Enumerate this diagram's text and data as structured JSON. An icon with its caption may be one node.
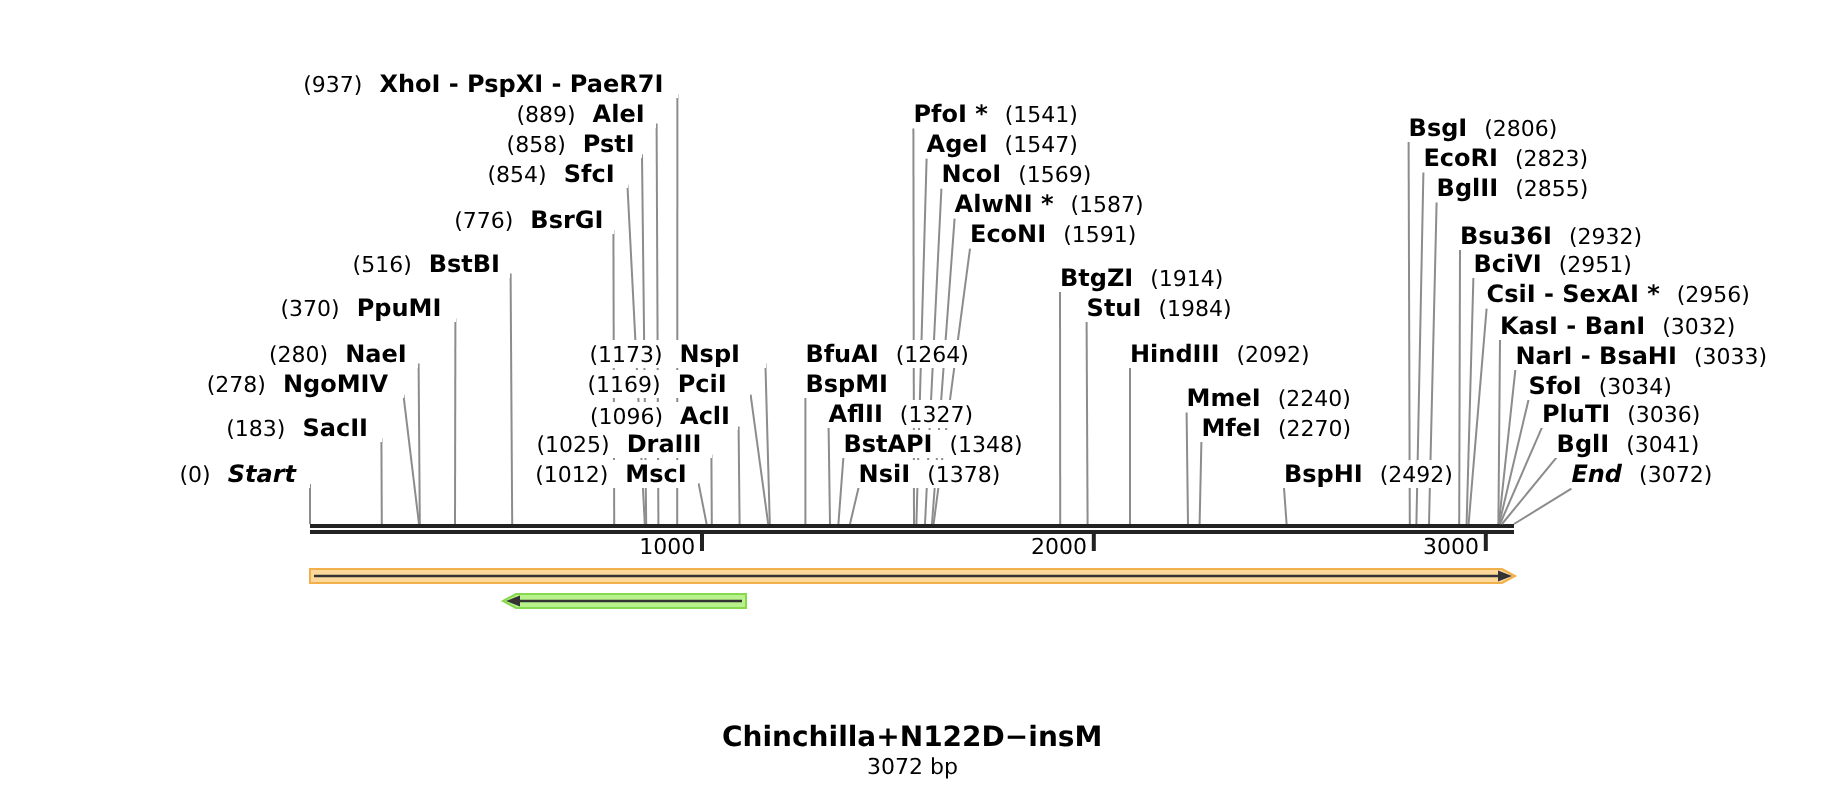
{
  "diagram": {
    "title": "Chinchilla+N122D−insM",
    "caption": "3072 bp",
    "nodes": [
      {
        "text": [
          "(0)",
          "Start"
        ]
      },
      {
        "text": [
          "(183)",
          "SacII"
        ]
      },
      {
        "text": [
          "(278)",
          "NgoMIV"
        ]
      },
      {
        "text": [
          "(280)",
          "NaeI"
        ]
      },
      {
        "text": [
          "(370)",
          "PpuMI"
        ]
      },
      {
        "text": [
          "(516)",
          "BstBI"
        ]
      },
      {
        "text": [
          "(776)",
          "BsrGI"
        ]
      },
      {
        "text": [
          "(854)",
          "SfcI"
        ]
      },
      {
        "text": [
          "(858)",
          "PstI"
        ]
      },
      {
        "text": [
          "(889)",
          "AleI"
        ]
      },
      {
        "text": [
          "(937)",
          "XhoI - PspXI - PaeR7I"
        ]
      },
      {
        "text": [
          "(1012)",
          "MscI"
        ]
      },
      {
        "text": [
          "(1025)",
          "DraIII"
        ]
      },
      {
        "text": [
          "(1096)",
          "AclI"
        ]
      },
      {
        "text": [
          "(1169)",
          "PciI"
        ]
      },
      {
        "text": [
          "(1173)",
          "NspI"
        ]
      },
      {
        "text": [
          "BfuAI",
          "(1264)"
        ]
      },
      {
        "text": [
          "BspMI"
        ]
      },
      {
        "text": [
          "AflII",
          "(1327)"
        ]
      },
      {
        "text": [
          "BstAPI",
          "(1348)"
        ]
      },
      {
        "text": [
          "NsiI",
          "(1378)"
        ]
      },
      {
        "text": [
          "PfoI *",
          "(1541)"
        ]
      },
      {
        "text": [
          "AgeI",
          "(1547)"
        ]
      },
      {
        "text": [
          "NcoI",
          "(1569)"
        ]
      },
      {
        "text": [
          "AlwNI *",
          "(1587)"
        ]
      },
      {
        "text": [
          "EcoNI",
          "(1591)"
        ]
      },
      {
        "text": [
          "BtgZI",
          "(1914)"
        ]
      },
      {
        "text": [
          "StuI",
          "(1984)"
        ]
      },
      {
        "text": [
          "HindIII",
          "(2092)"
        ]
      },
      {
        "text": [
          "MmeI",
          "(2240)"
        ]
      },
      {
        "text": [
          "MfeI",
          "(2270)"
        ]
      },
      {
        "text": [
          "BspHI",
          "(2492)"
        ]
      },
      {
        "text": [
          "BsgI",
          "(2806)"
        ]
      },
      {
        "text": [
          "EcoRI",
          "(2823)"
        ]
      },
      {
        "text": [
          "BglII",
          "(2855)"
        ]
      },
      {
        "text": [
          "Bsu36I",
          "(2932)"
        ]
      },
      {
        "text": [
          "BciVI",
          "(2951)"
        ]
      },
      {
        "text": [
          "CsiI - SexAI *",
          "(2956)"
        ]
      },
      {
        "text": [
          "KasI - BanI",
          "(3032)"
        ]
      },
      {
        "text": [
          "NarI - BsaHI",
          "(3033)"
        ]
      },
      {
        "text": [
          "SfoI",
          "(3034)"
        ]
      },
      {
        "text": [
          "PluTI",
          "(3036)"
        ]
      },
      {
        "text": [
          "BglI",
          "(3041)"
        ]
      },
      {
        "text": [
          "End",
          "(3072)"
        ]
      },
      {
        "text": [],
        "shape": "bar"
      }
    ],
    "edges": [
      {
        "from": 0,
        "to": 44,
        "arrow": "none"
      },
      {
        "from": 1,
        "to": 44,
        "arrow": "none"
      },
      {
        "from": 2,
        "to": 44,
        "arrow": "none"
      },
      {
        "from": 3,
        "to": 44,
        "arrow": "none"
      },
      {
        "from": 4,
        "to": 44,
        "arrow": "none"
      },
      {
        "from": 5,
        "to": 44,
        "arrow": "none"
      },
      {
        "from": 6,
        "to": 44,
        "arrow": "none"
      },
      {
        "from": 7,
        "to": 44,
        "arrow": "none"
      },
      {
        "from": 8,
        "to": 44,
        "arrow": "none"
      },
      {
        "from": 9,
        "to": 44,
        "arrow": "none"
      },
      {
        "from": 10,
        "to": 44,
        "arrow": "none"
      },
      {
        "from": 11,
        "to": 44,
        "arrow": "none"
      },
      {
        "from": 12,
        "to": 44,
        "arrow": "none"
      },
      {
        "from": 13,
        "to": 44,
        "arrow": "none"
      },
      {
        "from": 14,
        "to": 44,
        "arrow": "none"
      },
      {
        "from": 15,
        "to": 44,
        "arrow": "none"
      },
      {
        "from": 17,
        "to": 44,
        "arrow": "none"
      },
      {
        "from": 18,
        "to": 44,
        "arrow": "none"
      },
      {
        "from": 19,
        "to": 44,
        "arrow": "none"
      },
      {
        "from": 20,
        "to": 44,
        "arrow": "none"
      },
      {
        "from": 21,
        "to": 44,
        "arrow": "none"
      },
      {
        "from": 22,
        "to": 44,
        "arrow": "none"
      },
      {
        "from": 23,
        "to": 44,
        "arrow": "none"
      },
      {
        "from": 24,
        "to": 44,
        "arrow": "none"
      },
      {
        "from": 25,
        "to": 44,
        "arrow": "none"
      },
      {
        "from": 26,
        "to": 44,
        "arrow": "none"
      },
      {
        "from": 27,
        "to": 44,
        "arrow": "none"
      },
      {
        "from": 28,
        "to": 44,
        "arrow": "none"
      },
      {
        "from": 29,
        "to": 44,
        "arrow": "none"
      },
      {
        "from": 30,
        "to": 44,
        "arrow": "none"
      },
      {
        "from": 31,
        "to": 44,
        "arrow": "none"
      },
      {
        "from": 32,
        "to": 44,
        "arrow": "none"
      },
      {
        "from": 33,
        "to": 44,
        "arrow": "none"
      },
      {
        "from": 34,
        "to": 44,
        "arrow": "none"
      },
      {
        "from": 35,
        "to": 44,
        "arrow": "none"
      },
      {
        "from": 36,
        "to": 44,
        "arrow": "none"
      },
      {
        "from": 37,
        "to": 44,
        "arrow": "none"
      },
      {
        "from": 38,
        "to": 44,
        "arrow": "none"
      },
      {
        "from": 39,
        "to": 44,
        "arrow": "none"
      },
      {
        "from": 40,
        "to": 44,
        "arrow": "none"
      },
      {
        "from": 41,
        "to": 44,
        "arrow": "none"
      },
      {
        "from": 42,
        "to": 44,
        "arrow": "none"
      },
      {
        "from": 43,
        "to": 44,
        "arrow": "none"
      }
    ],
    "labels": [
      "1000",
      "2000",
      "3000"
    ]
  }
}
